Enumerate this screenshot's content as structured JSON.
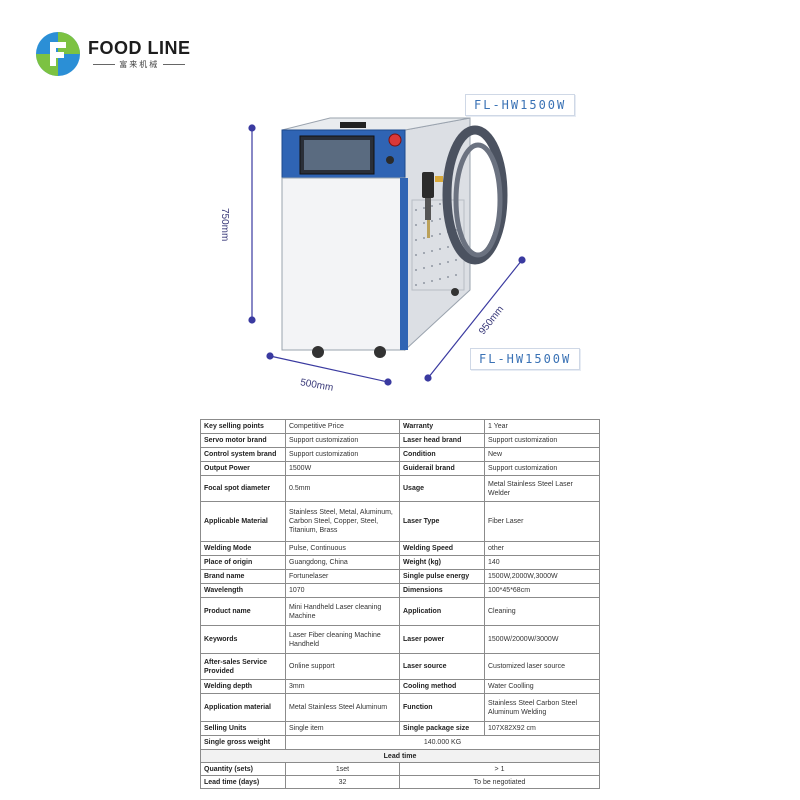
{
  "brand": {
    "name": "FOOD LINE",
    "chinese": "富来机械"
  },
  "figure": {
    "model_label_top": "FL-HW1500W",
    "model_label_bottom": "FL-HW1500W",
    "dim_height": "750mm",
    "dim_width": "500mm",
    "dim_depth": "950mm"
  },
  "specs": [
    {
      "k1": "Key selling points",
      "v1": "Competitive Price",
      "k2": "Warranty",
      "v2": "1 Year"
    },
    {
      "k1": "Servo motor brand",
      "v1": "Support customization",
      "k2": "Laser head brand",
      "v2": "Support customization"
    },
    {
      "k1": "Control system brand",
      "v1": "Support customization",
      "k2": "Condition",
      "v2": "New"
    },
    {
      "k1": "Output Power",
      "v1": "1500W",
      "k2": "Guiderail brand",
      "v2": "Support customization"
    },
    {
      "k1": "Focal spot diameter",
      "v1": "0.5mm",
      "k2": "Usage",
      "v2": "Metal Stainless Steel Laser Welder"
    },
    {
      "k1": "Applicable Material",
      "v1": "Stainless Steel, Metal, Aluminum, Carbon Steel, Copper, Steel, Titanium, Brass",
      "k2": "Laser Type",
      "v2": "Fiber Laser"
    },
    {
      "k1": "Welding Mode",
      "v1": "Pulse, Continuous",
      "k2": "Welding Speed",
      "v2": "other"
    },
    {
      "k1": "Place of origin",
      "v1": "Guangdong, China",
      "k2": "Weight (kg)",
      "v2": "140"
    },
    {
      "k1": "Brand name",
      "v1": "Fortunelaser",
      "k2": "Single pulse energy",
      "v2": "1500W,2000W,3000W"
    },
    {
      "k1": "Wavelength",
      "v1": "1070",
      "k2": "Dimensions",
      "v2": "100*45*68cm"
    },
    {
      "k1": "Product name",
      "v1": "Mini Handheld Laser cleaning Machine",
      "k2": "Application",
      "v2": "Cleaning"
    },
    {
      "k1": "Keywords",
      "v1": "Laser Fiber cleaning Machine Handheld",
      "k2": "Laser power",
      "v2": "1500W/2000W/3000W"
    },
    {
      "k1": "After-sales Service Provided",
      "v1": "Online support",
      "k2": "Laser source",
      "v2": "Customized laser source"
    },
    {
      "k1": "Welding depth",
      "v1": "3mm",
      "k2": "Cooling method",
      "v2": "Water Coolling"
    },
    {
      "k1": "Application material",
      "v1": "Metal Stainless Steel Aluminum",
      "k2": "Function",
      "v2": "Stainless Steel Carbon Steel Aluminum Welding"
    },
    {
      "k1": "Selling Units",
      "v1": "Single item",
      "k2": "Single package size",
      "v2": "107X82X92 cm"
    }
  ],
  "gross_weight": {
    "k": "Single gross weight",
    "v": "140.000 KG"
  },
  "lead_time": {
    "title": "Lead time",
    "quantity_label": "Quantity (sets)",
    "quantity_1": "1set",
    "quantity_2": "> 1",
    "time_label": "Lead time (days)",
    "time_1": "32",
    "time_2": "To be negotiated"
  }
}
